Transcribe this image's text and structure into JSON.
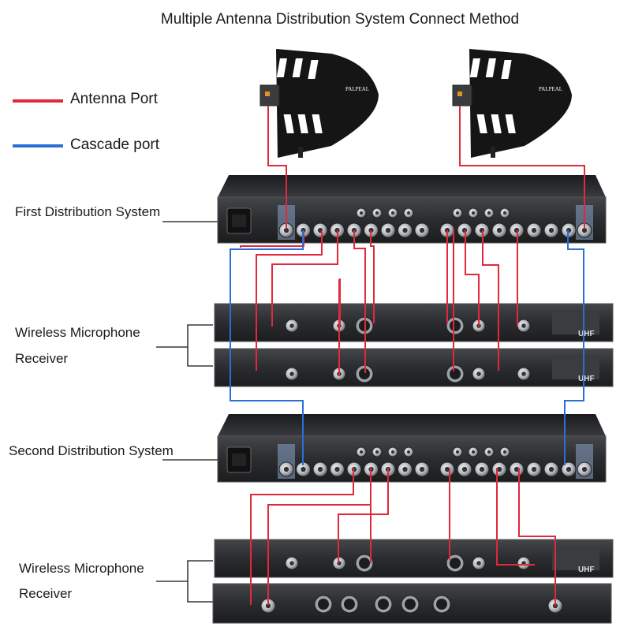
{
  "title": "Multiple Antenna Distribution System Connect Method",
  "legend": {
    "antenna_port": "Antenna Port",
    "cascade_port": "Cascade port"
  },
  "labels": {
    "first_system": "First Distribution System",
    "second_system": "Second Distribution System",
    "receiver_group_1": [
      "Wireless Microphone",
      "Receiver"
    ],
    "receiver_group_2": [
      "Wireless Microphone",
      "Receiver"
    ]
  },
  "antenna_brand": "PALPEAL",
  "panel_badge": "UHF",
  "colors": {
    "antenna_line": "#e0293a",
    "cascade_line": "#2a6fd6",
    "panel": "#2b2c2f",
    "panel_edge": "#4a4b4f",
    "connector": "#b9bcc2"
  },
  "icons": [
    "antenna-icon",
    "bnc-connector-icon",
    "xlr-connector-icon",
    "power-socket-icon"
  ]
}
